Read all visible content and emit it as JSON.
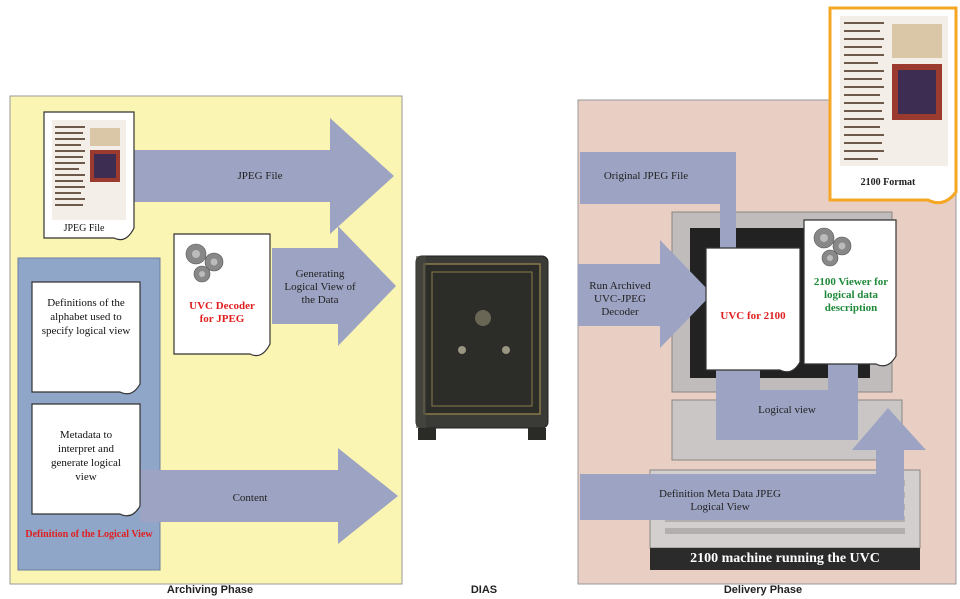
{
  "archiving": {
    "jpeg_file_doc_label": "JPEG File",
    "arrow_jpeg_file": "JPEG File",
    "uvc_decoder_label": "UVC Decoder for JPEG",
    "arrow_generating": "Generating Logical View of the Data",
    "definitions_doc": "Definitions of the alphabet used to specify logical view",
    "metadata_doc": "Metadata to interpret and generate logical view",
    "arrow_content": "Content",
    "definition_logical_view": "Definition of the Logical View",
    "phase_label": "Archiving Phase"
  },
  "dias": {
    "label": "DIAS"
  },
  "delivery": {
    "arrow_original_jpeg": "Original JPEG File",
    "format_doc_label": "2100 Format",
    "arrow_run_archived": "Run Archived UVC-JPEG Decoder",
    "uvc_2100_label": "UVC for 2100",
    "viewer_label": "2100 Viewer for logical data description",
    "arrow_logical_view": "Logical view",
    "arrow_definition_meta": "Definition Meta Data JPEG Logical View",
    "machine_banner": "2100 machine running the UVC",
    "phase_label": "Delivery Phase"
  },
  "colors": {
    "archiving_panel": "#fbf5b4",
    "metadata_panel": "#8fa6c8",
    "delivery_panel": "#e9cfc3",
    "arrow": "#9da3c3",
    "uvc_red": "#e02020",
    "viewer_green": "#1f8a3a",
    "orange_border": "#f5a623"
  }
}
